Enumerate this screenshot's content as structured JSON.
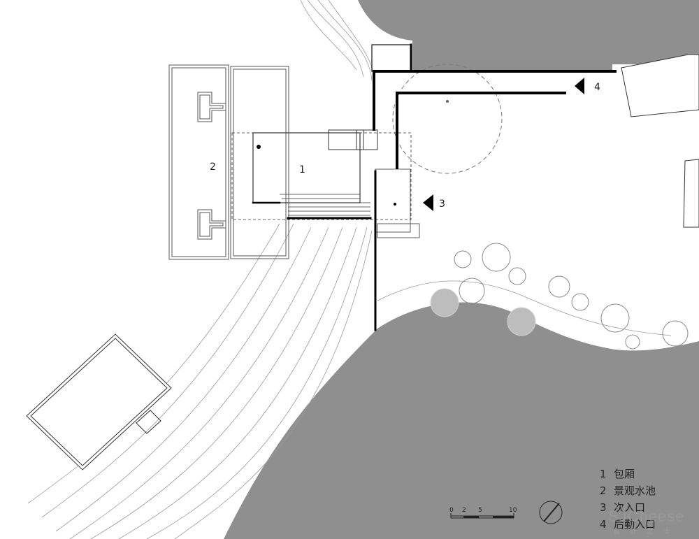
{
  "plan_labels": {
    "box_1": "1",
    "pond_2": "2",
    "entry_3": "3",
    "entry_4": "4"
  },
  "scale_bar": {
    "ticks": [
      "0",
      "2",
      "5",
      "10"
    ]
  },
  "legend": [
    {
      "num": "1",
      "text": "包厢"
    },
    {
      "num": "2",
      "text": "景观水池"
    },
    {
      "num": "3",
      "text": "次入口"
    },
    {
      "num": "4",
      "text": "后勤入口"
    }
  ],
  "watermark": {
    "main": "SJCheese",
    "sub": "设 计 之 士"
  },
  "colors": {
    "water": "#8f8f8f",
    "wall": "#000000",
    "line": "#777777"
  }
}
